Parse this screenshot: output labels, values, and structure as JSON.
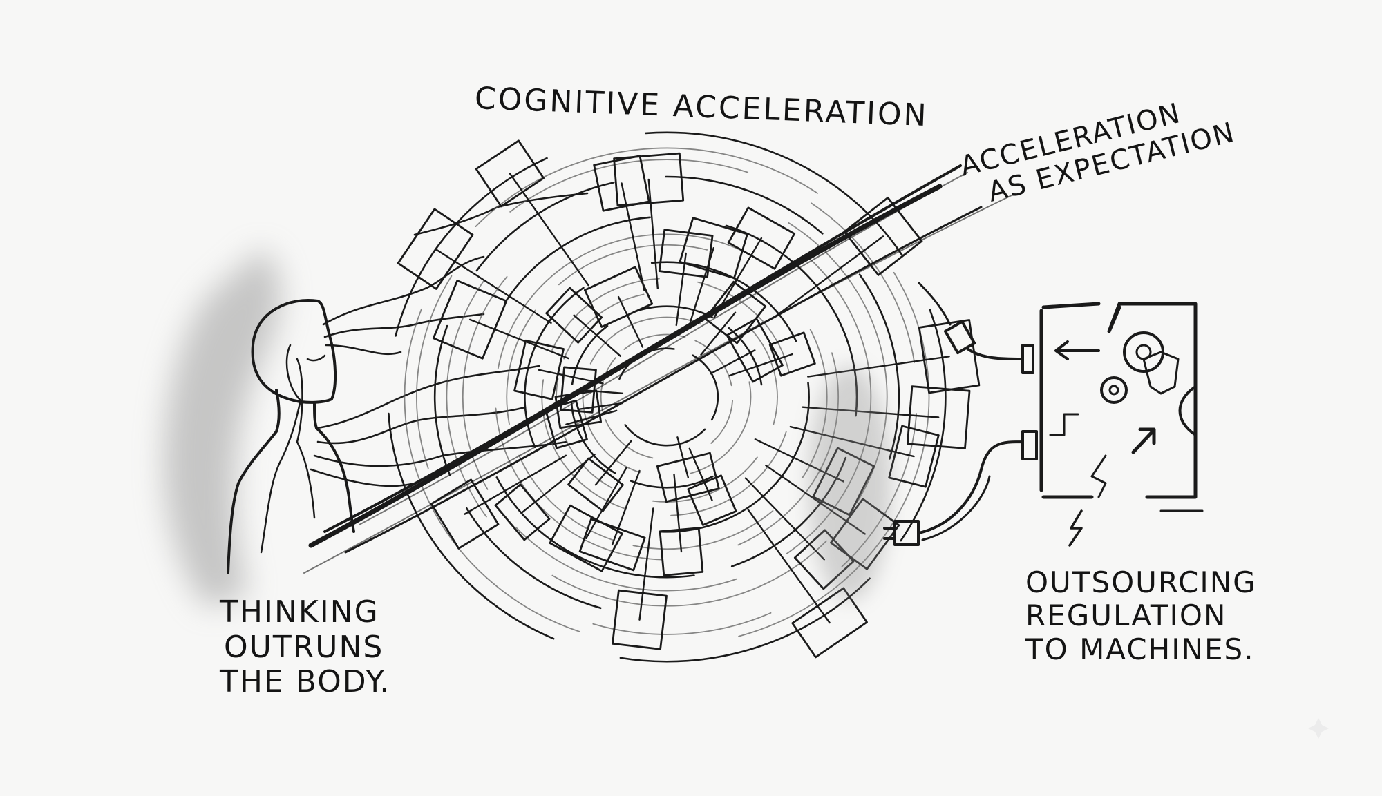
{
  "labels": {
    "title": "COGNITIVE ACCELERATION",
    "acceleration": [
      "ACCELERATION",
      "AS EXPECTATION"
    ],
    "thinking": [
      "THINKING",
      "OUTRUNS",
      "THE BODY."
    ],
    "outsourcing": [
      "OUTSOURCING",
      "REGULATION",
      "TO MACHINES."
    ]
  },
  "figures": {
    "person": "human-head-silhouette",
    "vortex": "concentric-vortex-of-screens",
    "streak": "speed-streak",
    "machine": "gear-box-machine",
    "plugs": [
      "plug-upper",
      "plug-lower"
    ],
    "spark": "lightning-bolt-icon"
  },
  "colors": {
    "paper": "#f7f7f6",
    "ink": "#1a1a1a",
    "shade": "#9a9a9a"
  }
}
